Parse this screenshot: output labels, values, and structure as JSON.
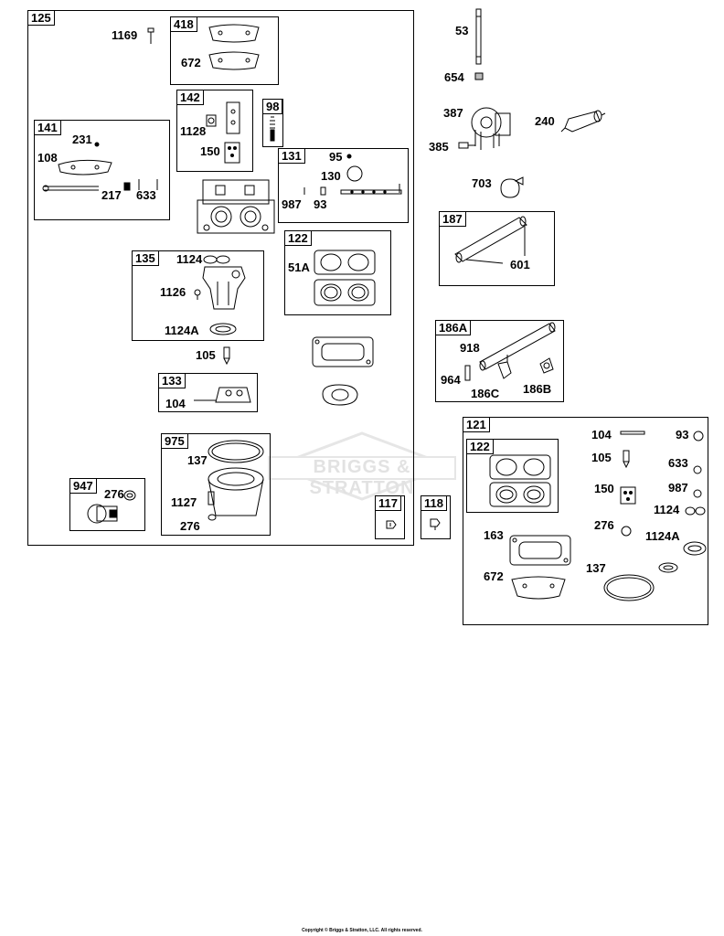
{
  "watermark": {
    "brand": "BRIGGS & STRATTON"
  },
  "footer": {
    "copyright": "Copyright © Briggs & Stratton, LLC. All rights reserved."
  },
  "groups": {
    "g125": {
      "id": "125",
      "labels": {
        "p1169": "1169"
      }
    },
    "g418": {
      "id": "418",
      "labels": {
        "p672": "672"
      }
    },
    "g142": {
      "id": "142",
      "labels": {
        "p1128": "1128",
        "p150": "150"
      }
    },
    "g98": {
      "id": "98"
    },
    "g141": {
      "id": "141",
      "labels": {
        "p231": "231",
        "p108": "108",
        "p217": "217",
        "p633": "633"
      }
    },
    "g131": {
      "id": "131",
      "labels": {
        "p95": "95",
        "p130": "130",
        "p987": "987",
        "p93": "93"
      }
    },
    "g122a": {
      "id": "122",
      "labels": {
        "p51a": "51A"
      }
    },
    "g135": {
      "id": "135",
      "labels": {
        "p1124": "1124",
        "p1126": "1126",
        "p1124a": "1124A"
      }
    },
    "loose": {
      "p105": "105"
    },
    "g133": {
      "id": "133",
      "labels": {
        "p104": "104"
      }
    },
    "g975": {
      "id": "975",
      "labels": {
        "p137": "137",
        "p1127": "1127",
        "p276": "276"
      }
    },
    "g947": {
      "id": "947",
      "labels": {
        "p276": "276"
      }
    },
    "g117": {
      "id": "117"
    },
    "g118": {
      "id": "118"
    },
    "right": {
      "p53": "53",
      "p654": "654",
      "p387": "387",
      "p240": "240",
      "p385": "385",
      "p703": "703"
    },
    "g187": {
      "id": "187",
      "labels": {
        "p601": "601"
      }
    },
    "g186a": {
      "id": "186A",
      "labels": {
        "p918": "918",
        "p964": "964",
        "p186c": "186C",
        "p186b": "186B"
      }
    },
    "g121": {
      "id": "121",
      "labels": {
        "p104": "104",
        "p93": "93",
        "p105": "105",
        "p633": "633",
        "p150": "150",
        "p987": "987",
        "p1124": "1124",
        "p276": "276",
        "p1124a": "1124A",
        "p163": "163",
        "p672": "672",
        "p137": "137"
      }
    },
    "g122b": {
      "id": "122"
    }
  }
}
